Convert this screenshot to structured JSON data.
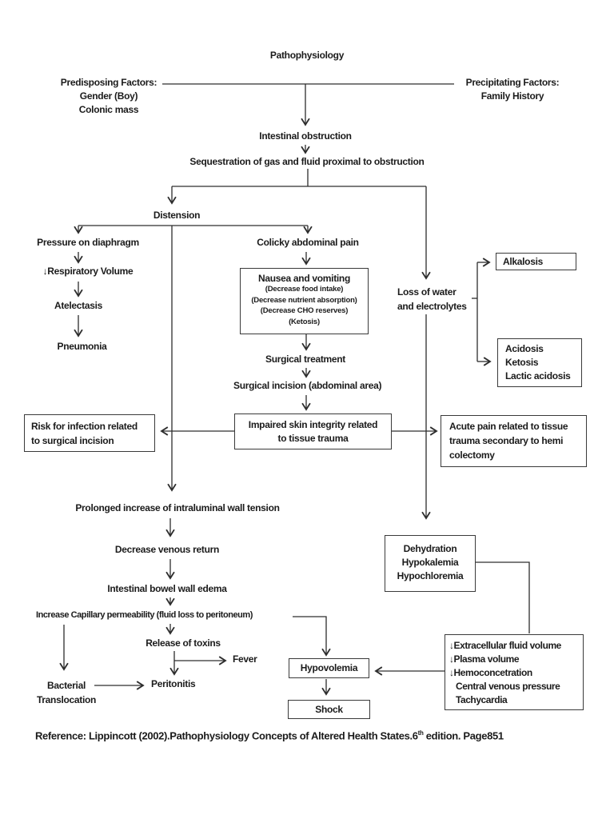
{
  "title": "Pathophysiology",
  "factors": {
    "predisposing": {
      "heading": "Predisposing Factors:",
      "items": [
        "Gender (Boy)",
        "Colonic mass"
      ]
    },
    "precipitating": {
      "heading": "Precipitating Factors:",
      "items": [
        "Family History"
      ]
    }
  },
  "nodes": {
    "intestinal_obstruction": "Intestinal obstruction",
    "sequestration": "Sequestration of gas and fluid proximal to obstruction",
    "distension": "Distension",
    "pressure_diaphragm": "Pressure on diaphragm",
    "respiratory_volume": "↓Respiratory Volume",
    "atelectasis": "Atelectasis",
    "pneumonia": "Pneumonia",
    "colicky_pain": "Colicky abdominal pain",
    "nausea_title": "Nausea and vomiting",
    "nausea_lines": [
      "(Decrease food intake)",
      "(Decrease nutrient absorption)",
      "(Decrease CHO reserves)",
      "(Ketosis)"
    ],
    "loss_water_line1": "Loss of water",
    "loss_water_line2": "and electrolytes",
    "alkalosis": "Alkalosis",
    "acidosis_lines": [
      "Acidosis",
      "Ketosis",
      "Lactic acidosis"
    ],
    "surgical_treatment": "Surgical treatment",
    "surgical_incision": "Surgical incision (abdominal area)",
    "impaired_lines": [
      "Impaired skin integrity related",
      "to tissue trauma"
    ],
    "risk_lines": [
      "Risk for infection related",
      "to surgical incision"
    ],
    "acute_lines": [
      "Acute pain related to tissue",
      "trauma secondary to hemi",
      "colectomy"
    ],
    "prolonged": "Prolonged increase of intraluminal wall tension",
    "venous_return": "Decrease venous return",
    "bowel_edema": "Intestinal bowel wall edema",
    "capillary": "Increase Capillary permeability (fluid loss to peritoneum)",
    "toxins": "Release of toxins",
    "fever": "Fever",
    "peritonitis": "Peritonitis",
    "bacterial_lines": [
      "Bacterial",
      "Translocation"
    ],
    "dehydration_lines": [
      "Dehydration",
      "Hypokalemia",
      "Hypochloremia"
    ],
    "extracellular_lines": [
      "↓Extracellular fluid volume",
      "↓Plasma volume",
      "↓Hemoconcetration",
      "Central venous pressure",
      "Tachycardia"
    ],
    "hypovolemia": "Hypovolemia",
    "shock": "Shock"
  },
  "reference": {
    "prefix": "Reference: Lippincott (2002).Pathophysiology Concepts of Altered Health States.6",
    "superscript": "th",
    "suffix": " edition. Page851"
  }
}
